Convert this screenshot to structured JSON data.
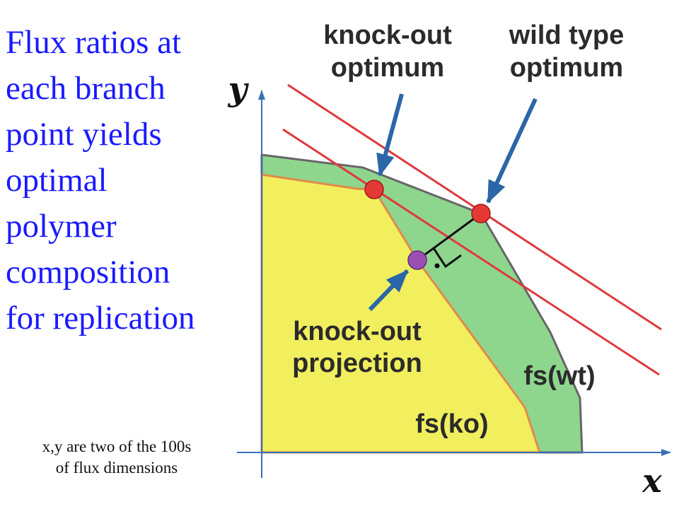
{
  "heading_lines": [
    "Flux ratios at",
    "each branch",
    "point yields",
    "optimal",
    "polymer",
    "composition",
    "for replication"
  ],
  "footnote_lines": [
    "x,y are two of the 100s",
    "of flux dimensions"
  ],
  "diagram": {
    "axis_x": "x",
    "axis_y": "y",
    "knockout_optimum": [
      "knock-out",
      "optimum"
    ],
    "wildtype_optimum": [
      "wild type",
      "optimum"
    ],
    "knockout_projection": [
      "knock-out",
      "projection"
    ],
    "region_wt": "fs(wt)",
    "region_ko": "fs(ko)",
    "colors": {
      "wt_region": "#8ed68e",
      "ko_region": "#f1ef5e",
      "ko_border": "#e08a4a",
      "wt_border": "#666666",
      "objective_lines": "#e0393c",
      "point_optimum": "#e53935",
      "point_projection": "#9b4fb4",
      "arrows": "#2b66a8",
      "axes": "#3b6fb6"
    }
  }
}
